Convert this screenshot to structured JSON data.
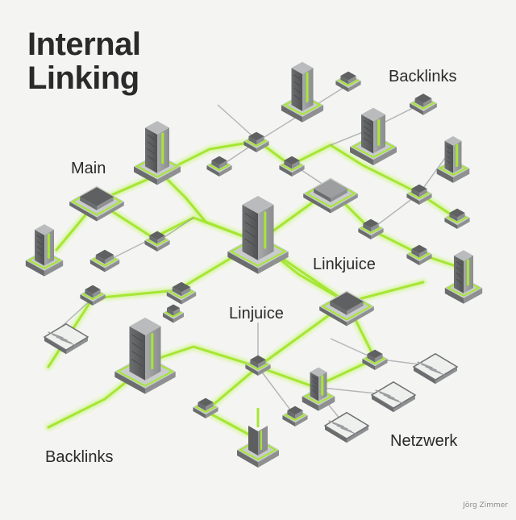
{
  "diagram": {
    "title_line1": "Internal",
    "title_line2": "Linking",
    "labels": {
      "backlinks_top": "Backlinks",
      "main": "Main",
      "linkjuice": "Linkjuice",
      "linjuice": "Linjuice",
      "netzwerk": "Netzwerk",
      "backlinks_bottom": "Backlinks"
    },
    "credit": "Jörg Zimmer",
    "colors": {
      "accent": "#a6e635",
      "accent_glow": "#d6f59a",
      "node_dark": "#5f6062",
      "node_mid": "#8c8e90",
      "node_light": "#c9cbcc",
      "background": "#f4f5f3"
    },
    "icons": [
      "server-tower-icon",
      "server-block-icon",
      "document-card-icon",
      "pad-node-icon",
      "antenna-tower-icon"
    ]
  }
}
